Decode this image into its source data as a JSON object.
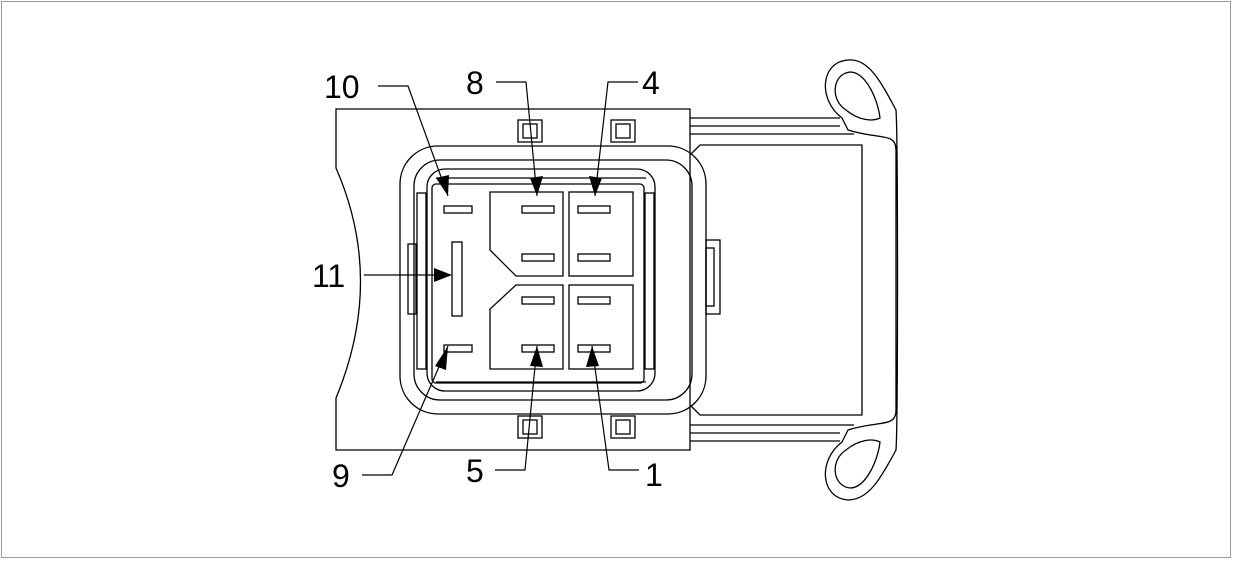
{
  "diagram": {
    "pin_callouts": [
      {
        "id": "p10",
        "label": "10"
      },
      {
        "id": "p8",
        "label": "8"
      },
      {
        "id": "p4",
        "label": "4"
      },
      {
        "id": "p11",
        "label": "11"
      },
      {
        "id": "p9",
        "label": "9"
      },
      {
        "id": "p5",
        "label": "5"
      },
      {
        "id": "p1",
        "label": "1"
      }
    ]
  }
}
